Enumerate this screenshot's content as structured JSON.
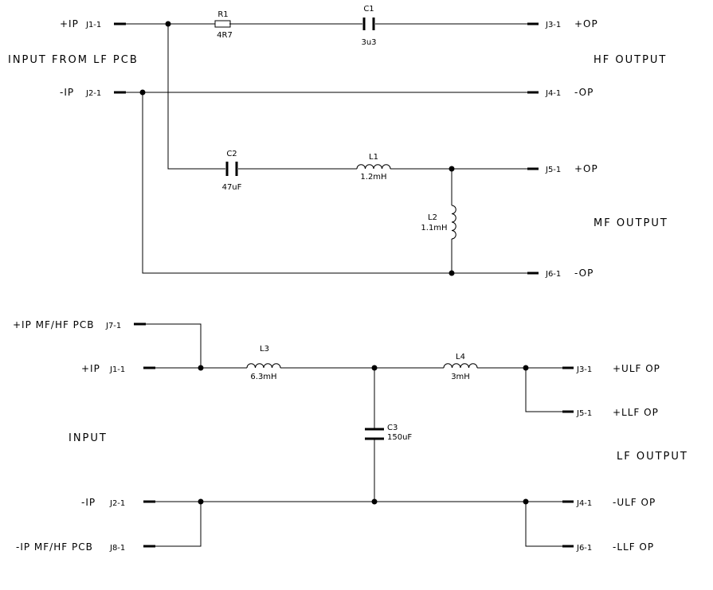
{
  "top": {
    "section_labels": {
      "input": "INPUT FROM LF PCB",
      "hf_output": "HF OUTPUT",
      "mf_output": "MF OUTPUT"
    },
    "connectors": {
      "in_pos_label": "+IP",
      "in_pos_pin": "J1-1",
      "in_neg_label": "-IP",
      "in_neg_pin": "J2-1",
      "hf_pos_pin": "J3-1",
      "hf_pos_label": "+OP",
      "hf_neg_pin": "J4-1",
      "hf_neg_label": "-OP",
      "mf_pos_pin": "J5-1",
      "mf_pos_label": "+OP",
      "mf_neg_pin": "J6-1",
      "mf_neg_label": "-OP"
    },
    "components": {
      "r1_ref": "R1",
      "r1_val": "4R7",
      "c1_ref": "C1",
      "c1_val": "3u3",
      "c2_ref": "C2",
      "c2_val": "47uF",
      "l1_ref": "L1",
      "l1_val": "1.2mH",
      "l2_ref": "L2",
      "l2_val": "1.1mH"
    }
  },
  "bottom": {
    "section_labels": {
      "input": "INPUT",
      "lf_output": "LF OUTPUT"
    },
    "connectors": {
      "mfhf_pos_label": "+IP MF/HF PCB",
      "mfhf_pos_pin": "J7-1",
      "in_pos_label": "+IP",
      "in_pos_pin": "J1-1",
      "in_neg_label": "-IP",
      "in_neg_pin": "J2-1",
      "mfhf_neg_label": "-IP MF/HF PCB",
      "mfhf_neg_pin": "J8-1",
      "ulf_pos_pin": "J3-1",
      "ulf_pos_label": "+ULF OP",
      "llf_pos_pin": "J5-1",
      "llf_pos_label": "+LLF OP",
      "ulf_neg_pin": "J4-1",
      "ulf_neg_label": "-ULF OP",
      "llf_neg_pin": "J6-1",
      "llf_neg_label": "-LLF OP"
    },
    "components": {
      "l3_ref": "L3",
      "l3_val": "6.3mH",
      "l4_ref": "L4",
      "l4_val": "3mH",
      "c3_ref": "C3",
      "c3_val": "150uF"
    }
  }
}
